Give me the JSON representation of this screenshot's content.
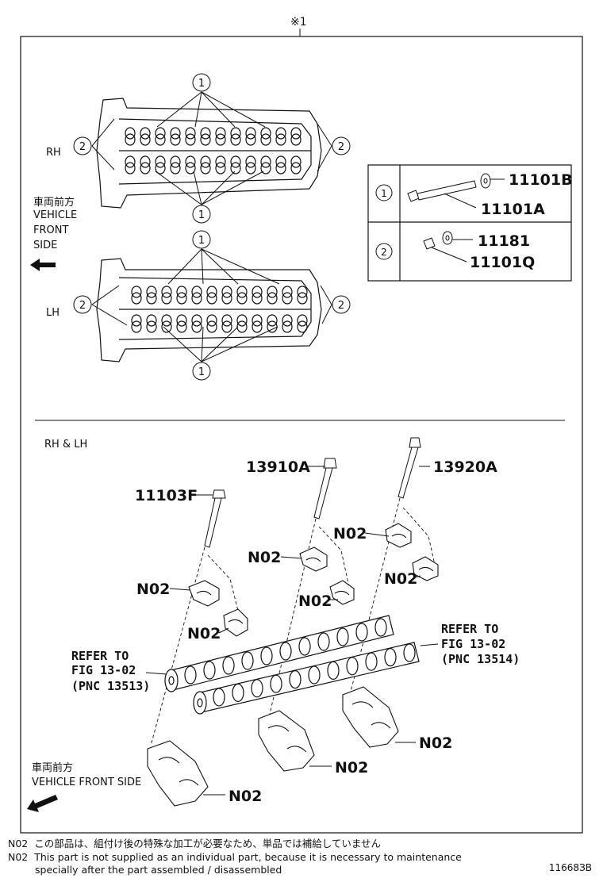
{
  "header_mark": "※1",
  "top": {
    "rh_label": "RH",
    "lh_label": "LH",
    "front_jp": "車両前方",
    "front_en": [
      "VEHICLE",
      "FRONT",
      "SIDE"
    ],
    "callout_1": "1",
    "callout_2": "2"
  },
  "legend": {
    "rows": [
      {
        "key": "1",
        "parts": [
          "11101B",
          "11101A"
        ]
      },
      {
        "key": "2",
        "parts": [
          "11181",
          "11101Q"
        ]
      }
    ]
  },
  "bottom": {
    "section_label": "RH & LH",
    "parts": {
      "p_11103F": "11103F",
      "p_13910A": "13910A",
      "p_13920A": "13920A",
      "n02": "N02"
    },
    "refer_left": [
      "REFER TO",
      "FIG 13-02",
      "(PNC 13513)"
    ],
    "refer_right": [
      "REFER TO",
      "FIG 13-02",
      "(PNC 13514)"
    ],
    "front_jp": "車両前方",
    "front_en": "VEHICLE FRONT SIDE"
  },
  "notes": [
    {
      "code": "N02",
      "text": "この部品は、組付け後の特殊な加工が必要なため、単品では補給していません"
    },
    {
      "code": "N02",
      "text": "This part is not supplied as an individual part, because it is necessary to maintenance"
    },
    {
      "code": "",
      "text": "specially after the part assembled / disassembled"
    }
  ],
  "figure_id": "11668ЗВ"
}
